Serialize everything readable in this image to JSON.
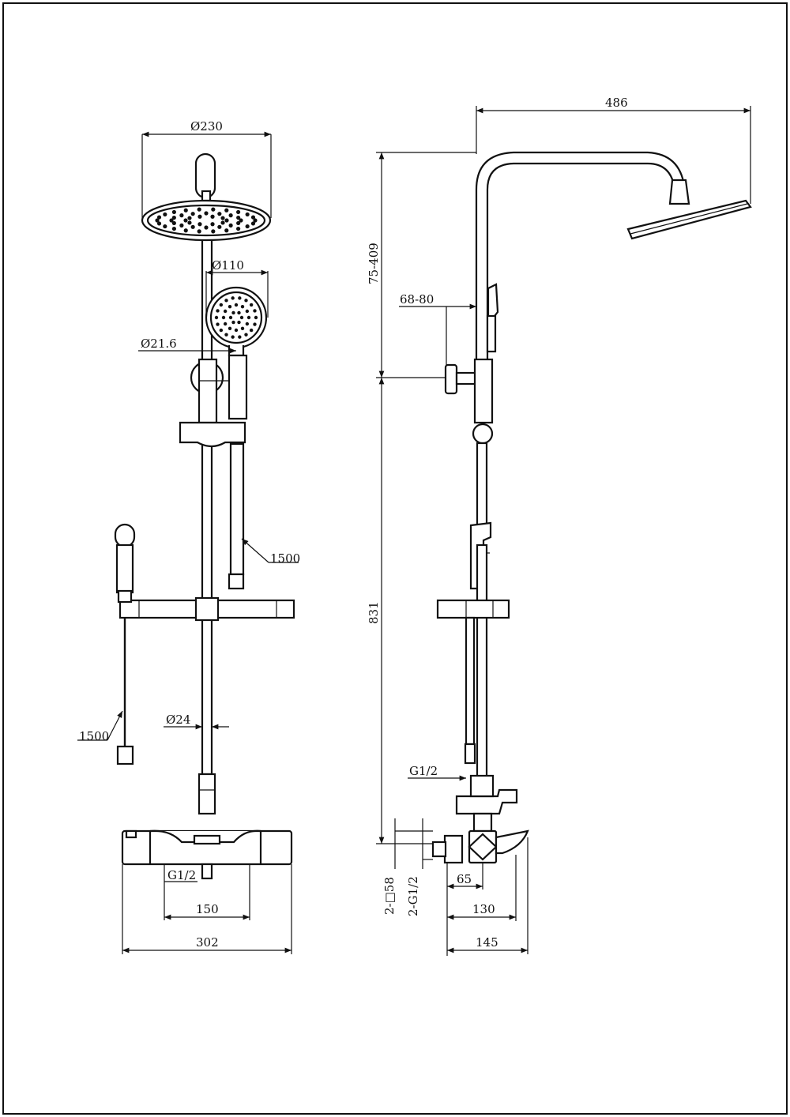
{
  "front_view": {
    "dims": {
      "head_diameter": "Ø230",
      "hand_diameter": "Ø110",
      "rail_diameter": "Ø21.6",
      "pipe_diameter": "Ø24",
      "hose_right": "1500",
      "hose_left": "1500",
      "inlet_thread": "G1/2",
      "inlet_spacing": "150",
      "mixer_width": "302"
    }
  },
  "side_view": {
    "dims": {
      "arm_reach": "486",
      "height_adjust": "75-409",
      "knob_offset": "68-80",
      "riser_height": "831",
      "diverter_thread": "G1/2",
      "wall_square": "2-□58",
      "wall_thread": "2-G1/2",
      "depth_65": "65",
      "depth_130": "130",
      "depth_145": "145"
    }
  }
}
